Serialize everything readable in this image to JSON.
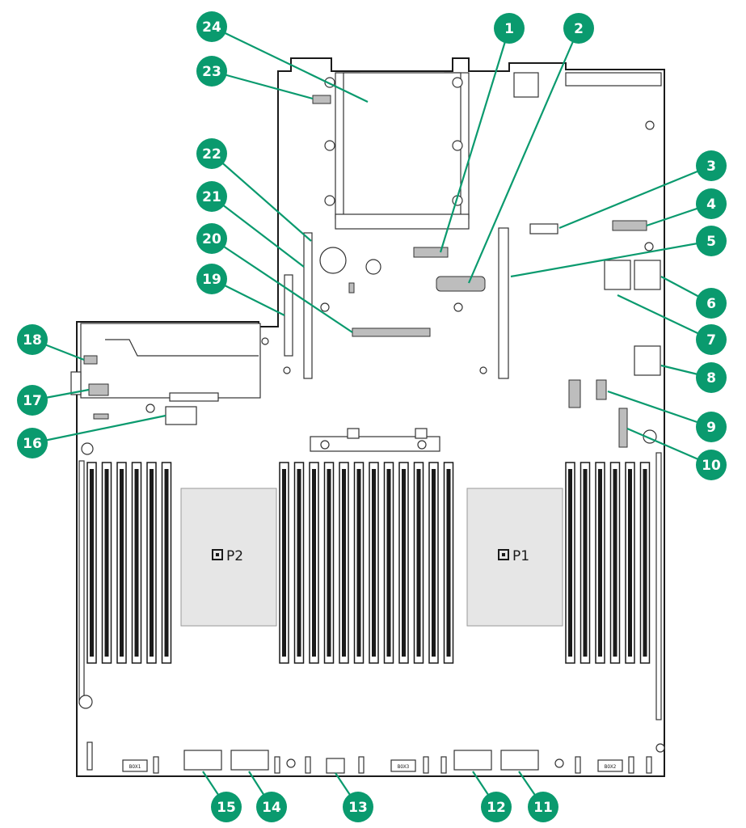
{
  "processors": [
    {
      "key": "p2",
      "label": "P2"
    },
    {
      "key": "p1",
      "label": "P1"
    }
  ],
  "connector_labels": [
    "BOX1",
    "BOX3",
    "BOX2"
  ],
  "callout_numbers": [
    "1",
    "2",
    "3",
    "4",
    "5",
    "6",
    "7",
    "8",
    "9",
    "10",
    "11",
    "12",
    "13",
    "14",
    "15",
    "16",
    "17",
    "18",
    "19",
    "20",
    "21",
    "22",
    "23",
    "24"
  ],
  "colors": {
    "callout": "#0a9a6e",
    "outline": "#1a1a1a",
    "cpu_fill": "#e6e6e6",
    "dimm_dark": "#1a1a1a"
  }
}
